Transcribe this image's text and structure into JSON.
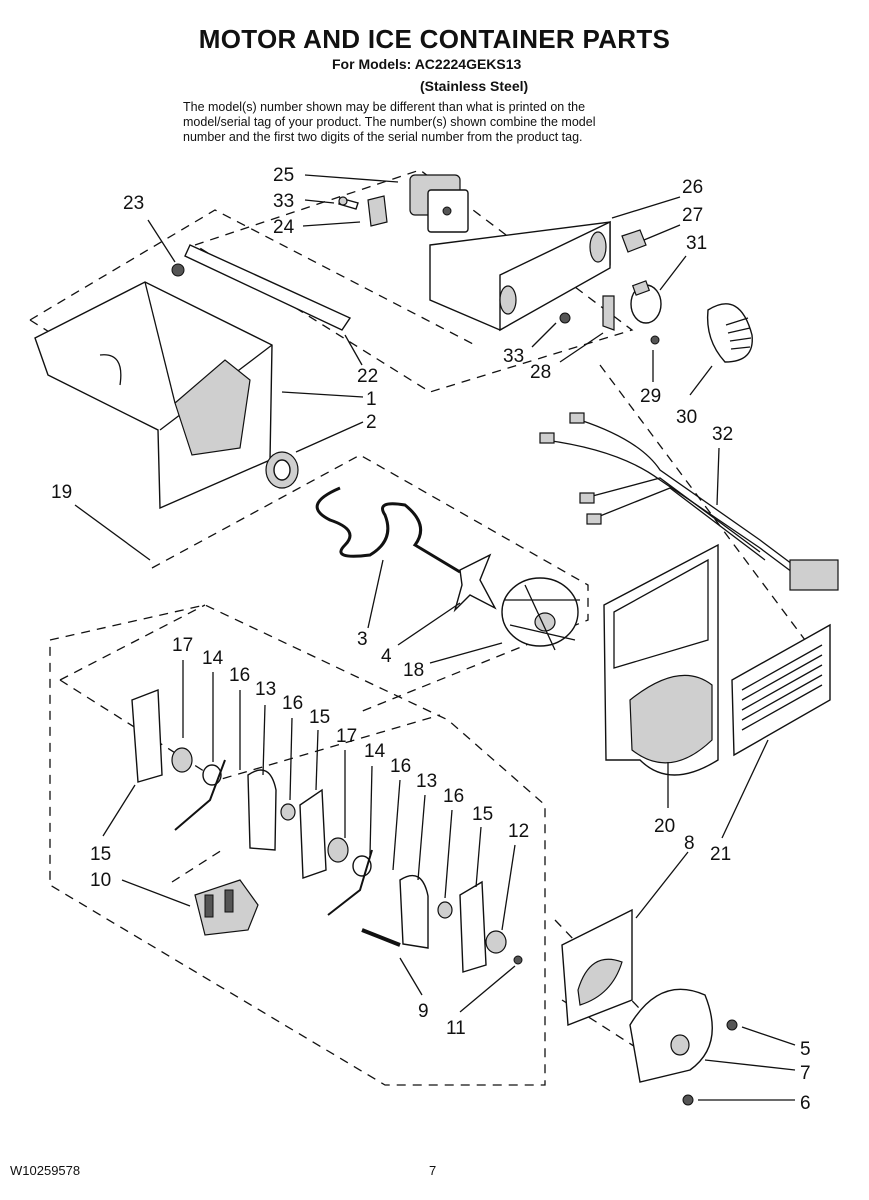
{
  "header": {
    "title": "MOTOR AND ICE CONTAINER PARTS",
    "models_line": "For Models: AC2224GEKS13",
    "finish_line": "(Stainless Steel)",
    "note_lines": [
      "The model(s) number shown may be different than what is printed on the",
      "model/serial tag of your product. The number(s) shown combine the model",
      "number and the first two digits of the serial number from the product tag."
    ]
  },
  "footer": {
    "doc_number": "W10259578",
    "page_number": "7"
  },
  "callouts": [
    {
      "id": "c25",
      "label": "25"
    },
    {
      "id": "c33a",
      "label": "33"
    },
    {
      "id": "c24",
      "label": "24"
    },
    {
      "id": "c23",
      "label": "23"
    },
    {
      "id": "c26",
      "label": "26"
    },
    {
      "id": "c27",
      "label": "27"
    },
    {
      "id": "c31",
      "label": "31"
    },
    {
      "id": "c22",
      "label": "22"
    },
    {
      "id": "c1",
      "label": "1"
    },
    {
      "id": "c2",
      "label": "2"
    },
    {
      "id": "c33b",
      "label": "33"
    },
    {
      "id": "c28",
      "label": "28"
    },
    {
      "id": "c29",
      "label": "29"
    },
    {
      "id": "c30",
      "label": "30"
    },
    {
      "id": "c32",
      "label": "32"
    },
    {
      "id": "c19",
      "label": "19"
    },
    {
      "id": "c3",
      "label": "3"
    },
    {
      "id": "c4",
      "label": "4"
    },
    {
      "id": "c18",
      "label": "18"
    },
    {
      "id": "c17a",
      "label": "17"
    },
    {
      "id": "c14a",
      "label": "14"
    },
    {
      "id": "c16a",
      "label": "16"
    },
    {
      "id": "c13a",
      "label": "13"
    },
    {
      "id": "c16b",
      "label": "16"
    },
    {
      "id": "c15a",
      "label": "15"
    },
    {
      "id": "c17b",
      "label": "17"
    },
    {
      "id": "c14b",
      "label": "14"
    },
    {
      "id": "c16c",
      "label": "16"
    },
    {
      "id": "c13b",
      "label": "13"
    },
    {
      "id": "c16d",
      "label": "16"
    },
    {
      "id": "c15b",
      "label": "15"
    },
    {
      "id": "c12",
      "label": "12"
    },
    {
      "id": "c15c",
      "label": "15"
    },
    {
      "id": "c10",
      "label": "10"
    },
    {
      "id": "c20",
      "label": "20"
    },
    {
      "id": "c8",
      "label": "8"
    },
    {
      "id": "c21",
      "label": "21"
    },
    {
      "id": "c9",
      "label": "9"
    },
    {
      "id": "c11",
      "label": "11"
    },
    {
      "id": "c5",
      "label": "5"
    },
    {
      "id": "c7",
      "label": "7"
    },
    {
      "id": "c6",
      "label": "6"
    }
  ]
}
